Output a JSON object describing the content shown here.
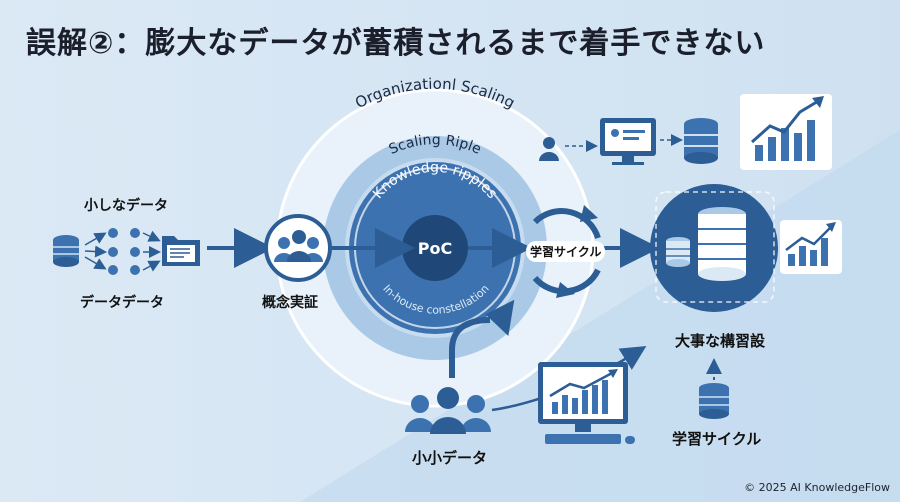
{
  "title": "誤解②：膨大なデータが蓄積されるまで着手できない",
  "left": {
    "top_label": "小しなデータ",
    "bottom_label": "データデータ"
  },
  "poc_group_label": "概念実証",
  "rings": {
    "outer": "Organizationl Scaling",
    "middle": "Scaling Riple",
    "inner_top": "Knowledge ripples",
    "inner_bottom": "In-house constellation",
    "center": "PoC"
  },
  "cycle_label": "学習サイクル",
  "right": {
    "main_label": "大事な構習設",
    "bottom_label": "学習サイクル"
  },
  "bottom_label": "小小データ",
  "copyright": "© 2025 AI KnowledgeFlow",
  "colors": {
    "dark_blue": "#2c5d95",
    "mid_blue": "#3d72b0",
    "light_blue": "#a8c8e6",
    "ring_light": "#c4dcf0"
  }
}
